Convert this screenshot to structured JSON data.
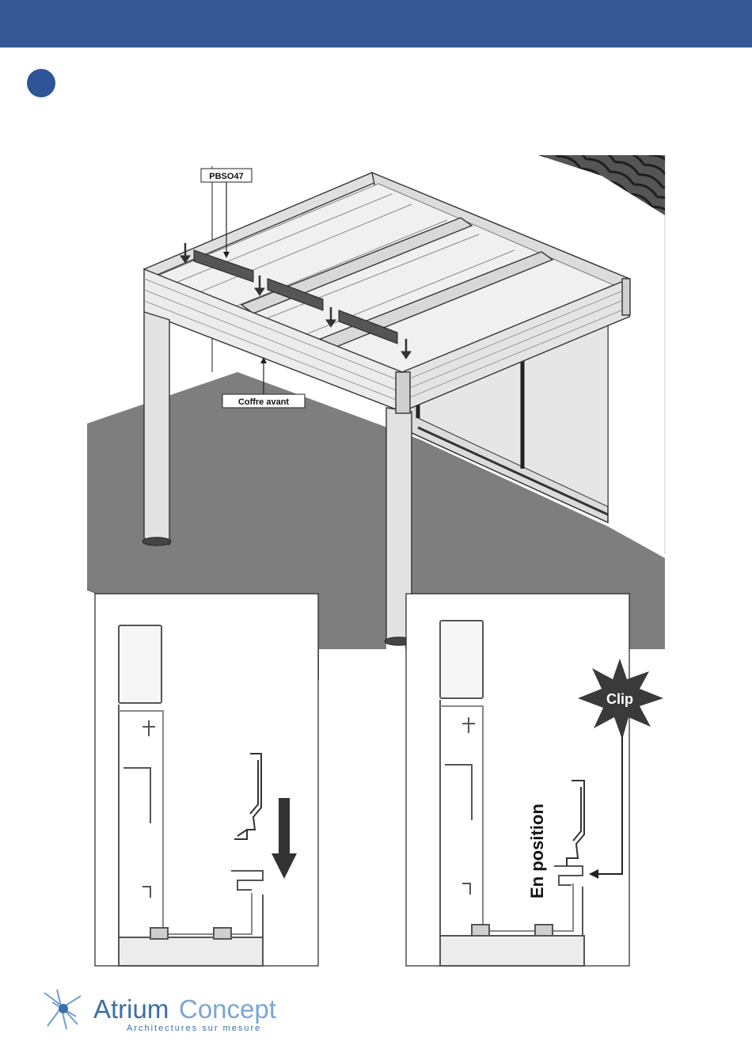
{
  "diagram": {
    "labels": {
      "part_code": "PBSO47",
      "front_box": "Coffre avant",
      "clip": "Clip",
      "in_position": "En position"
    }
  },
  "logo": {
    "name_part1": "Atrium",
    "name_part2": "Concept",
    "tagline": "Architectures sur mesure"
  },
  "colors": {
    "header": "#355895",
    "step_dot": "#2f5597",
    "floor": "#7e7e7e",
    "clip_star": "#3a3a3a"
  }
}
